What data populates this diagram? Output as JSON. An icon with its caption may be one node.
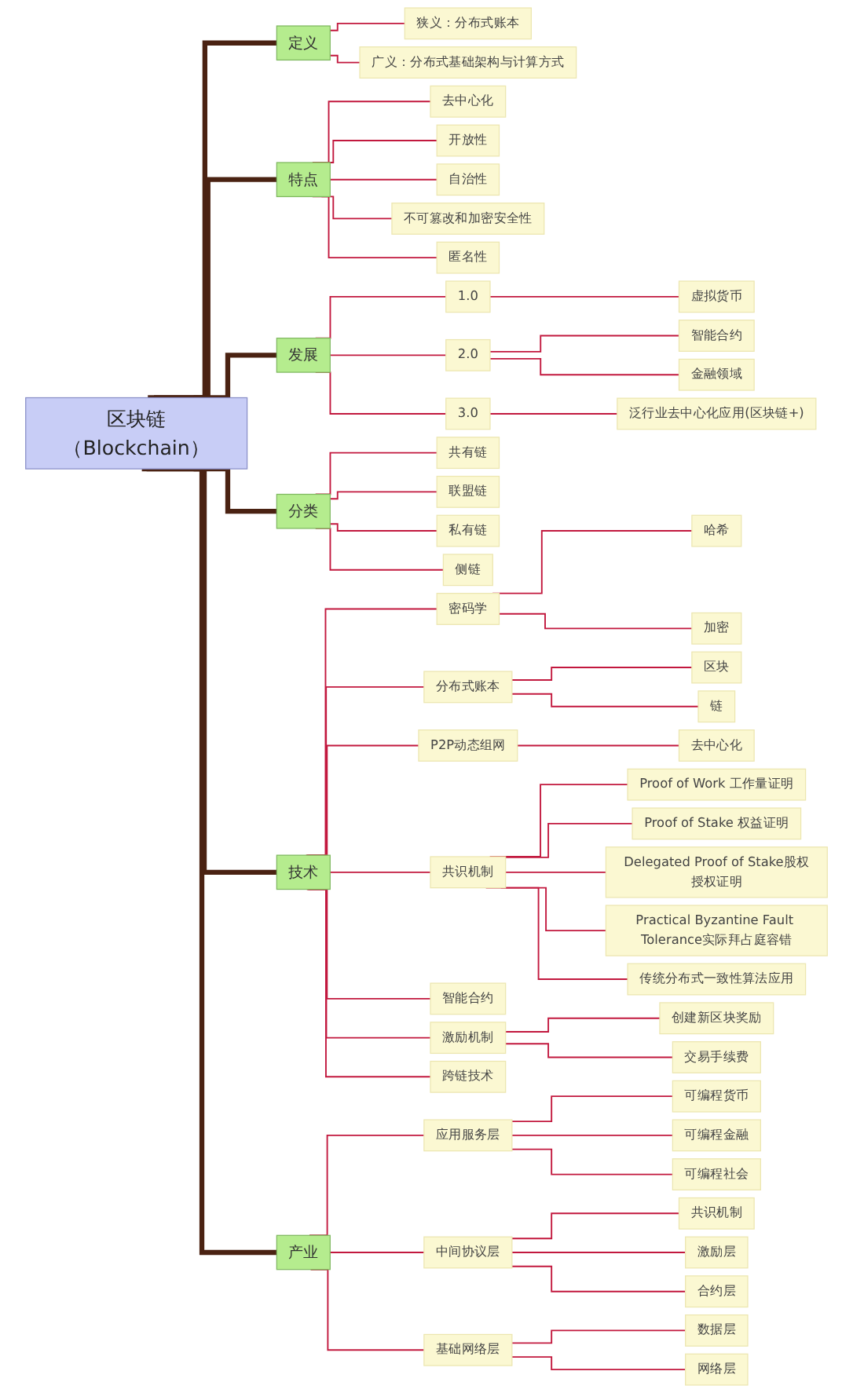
{
  "diagram": {
    "nodes": [
      {
        "text": [
          "区块链（Blockchain）"
        ]
      },
      {
        "text": [
          "定义"
        ]
      },
      {
        "text": [
          "狭义：分布式账本"
        ]
      },
      {
        "text": [
          "广义：分布式基础架构与计算方式"
        ]
      },
      {
        "text": [
          "特点"
        ]
      },
      {
        "text": [
          "去中心化"
        ]
      },
      {
        "text": [
          "开放性"
        ]
      },
      {
        "text": [
          "自治性"
        ]
      },
      {
        "text": [
          "不可篡改和加密安全性"
        ]
      },
      {
        "text": [
          "匿名性"
        ]
      },
      {
        "text": [
          "发展"
        ]
      },
      {
        "text": [
          "1.0"
        ]
      },
      {
        "text": [
          "虚拟货币"
        ]
      },
      {
        "text": [
          "2.0"
        ]
      },
      {
        "text": [
          "智能合约"
        ]
      },
      {
        "text": [
          "金融领域"
        ]
      },
      {
        "text": [
          "3.0"
        ]
      },
      {
        "text": [
          "泛行业去中心化应用(区块链+)"
        ]
      },
      {
        "text": [
          "分类"
        ]
      },
      {
        "text": [
          "共有链"
        ]
      },
      {
        "text": [
          "联盟链"
        ]
      },
      {
        "text": [
          "私有链"
        ]
      },
      {
        "text": [
          "侧链"
        ]
      },
      {
        "text": [
          "技术"
        ]
      },
      {
        "text": [
          "密码学"
        ]
      },
      {
        "text": [
          "哈希"
        ]
      },
      {
        "text": [
          "加密"
        ]
      },
      {
        "text": [
          "分布式账本"
        ]
      },
      {
        "text": [
          "区块"
        ]
      },
      {
        "text": [
          "链"
        ]
      },
      {
        "text": [
          "P2P动态组网"
        ]
      },
      {
        "text": [
          "去中心化"
        ]
      },
      {
        "text": [
          "共识机制"
        ]
      },
      {
        "text": [
          "Proof of Work 工作量证明"
        ]
      },
      {
        "text": [
          "Proof of Stake 权益证明"
        ]
      },
      {
        "text": [
          "Delegated Proof of Stake股权授权证明"
        ]
      },
      {
        "text": [
          "Practical Byzantine Fault Tolerance实际拜占庭容错"
        ]
      },
      {
        "text": [
          "传统分布式一致性算法应用"
        ]
      },
      {
        "text": [
          "智能合约"
        ]
      },
      {
        "text": [
          "激励机制"
        ]
      },
      {
        "text": [
          "创建新区块奖励"
        ]
      },
      {
        "text": [
          "交易手续费"
        ]
      },
      {
        "text": [
          "跨链技术"
        ]
      },
      {
        "text": [
          "产业"
        ]
      },
      {
        "text": [
          "应用服务层"
        ]
      },
      {
        "text": [
          "可编程货币"
        ]
      },
      {
        "text": [
          "可编程金融"
        ]
      },
      {
        "text": [
          "可编程社会"
        ]
      },
      {
        "text": [
          "中间协议层"
        ]
      },
      {
        "text": [
          "共识机制"
        ]
      },
      {
        "text": [
          "激励层"
        ]
      },
      {
        "text": [
          "合约层"
        ]
      },
      {
        "text": [
          "基础网络层"
        ]
      },
      {
        "text": [
          "数据层"
        ]
      },
      {
        "text": [
          "网络层"
        ]
      }
    ],
    "edges": [
      {
        "from": 0,
        "to": 1,
        "arrow": "none",
        "style": "thick",
        "color": "#4a2212"
      },
      {
        "from": 1,
        "to": 2,
        "arrow": "none"
      },
      {
        "from": 1,
        "to": 3,
        "arrow": "none"
      },
      {
        "from": 0,
        "to": 4,
        "arrow": "none",
        "style": "thick",
        "color": "#4a2212"
      },
      {
        "from": 4,
        "to": 5,
        "arrow": "none"
      },
      {
        "from": 4,
        "to": 6,
        "arrow": "none"
      },
      {
        "from": 4,
        "to": 7,
        "arrow": "none"
      },
      {
        "from": 4,
        "to": 8,
        "arrow": "none"
      },
      {
        "from": 4,
        "to": 9,
        "arrow": "none"
      },
      {
        "from": 0,
        "to": 10,
        "arrow": "none",
        "style": "thick",
        "color": "#4a2212"
      },
      {
        "from": 10,
        "to": 11,
        "arrow": "none"
      },
      {
        "from": 11,
        "to": 12,
        "arrow": "none"
      },
      {
        "from": 10,
        "to": 13,
        "arrow": "none"
      },
      {
        "from": 13,
        "to": 14,
        "arrow": "none"
      },
      {
        "from": 13,
        "to": 15,
        "arrow": "none"
      },
      {
        "from": 10,
        "to": 16,
        "arrow": "none"
      },
      {
        "from": 16,
        "to": 17,
        "arrow": "none"
      },
      {
        "from": 0,
        "to": 18,
        "arrow": "none",
        "style": "thick",
        "color": "#4a2212"
      },
      {
        "from": 18,
        "to": 19,
        "arrow": "none"
      },
      {
        "from": 18,
        "to": 20,
        "arrow": "none"
      },
      {
        "from": 18,
        "to": 21,
        "arrow": "none"
      },
      {
        "from": 18,
        "to": 22,
        "arrow": "none"
      },
      {
        "from": 0,
        "to": 23,
        "arrow": "none",
        "style": "thick",
        "color": "#4a2212"
      },
      {
        "from": 23,
        "to": 24,
        "arrow": "none"
      },
      {
        "from": 24,
        "to": 25,
        "arrow": "none"
      },
      {
        "from": 24,
        "to": 26,
        "arrow": "none"
      },
      {
        "from": 23,
        "to": 27,
        "arrow": "none"
      },
      {
        "from": 27,
        "to": 28,
        "arrow": "none"
      },
      {
        "from": 27,
        "to": 29,
        "arrow": "none"
      },
      {
        "from": 23,
        "to": 30,
        "arrow": "none"
      },
      {
        "from": 30,
        "to": 31,
        "arrow": "none"
      },
      {
        "from": 23,
        "to": 32,
        "arrow": "none"
      },
      {
        "from": 32,
        "to": 33,
        "arrow": "none"
      },
      {
        "from": 32,
        "to": 34,
        "arrow": "none"
      },
      {
        "from": 32,
        "to": 35,
        "arrow": "none"
      },
      {
        "from": 32,
        "to": 36,
        "arrow": "none"
      },
      {
        "from": 32,
        "to": 37,
        "arrow": "none"
      },
      {
        "from": 23,
        "to": 38,
        "arrow": "none"
      },
      {
        "from": 23,
        "to": 39,
        "arrow": "none"
      },
      {
        "from": 39,
        "to": 40,
        "arrow": "none"
      },
      {
        "from": 39,
        "to": 41,
        "arrow": "none"
      },
      {
        "from": 23,
        "to": 42,
        "arrow": "none"
      },
      {
        "from": 0,
        "to": 43,
        "arrow": "none",
        "style": "thick",
        "color": "#4a2212"
      },
      {
        "from": 43,
        "to": 44,
        "arrow": "none"
      },
      {
        "from": 44,
        "to": 45,
        "arrow": "none"
      },
      {
        "from": 44,
        "to": 46,
        "arrow": "none"
      },
      {
        "from": 44,
        "to": 47,
        "arrow": "none"
      },
      {
        "from": 43,
        "to": 48,
        "arrow": "none"
      },
      {
        "from": 48,
        "to": 49,
        "arrow": "none"
      },
      {
        "from": 48,
        "to": 50,
        "arrow": "none"
      },
      {
        "from": 48,
        "to": 51,
        "arrow": "none"
      },
      {
        "from": 43,
        "to": 52,
        "arrow": "none"
      },
      {
        "from": 52,
        "to": 53,
        "arrow": "none"
      },
      {
        "from": 52,
        "to": 54,
        "arrow": "none"
      }
    ]
  }
}
